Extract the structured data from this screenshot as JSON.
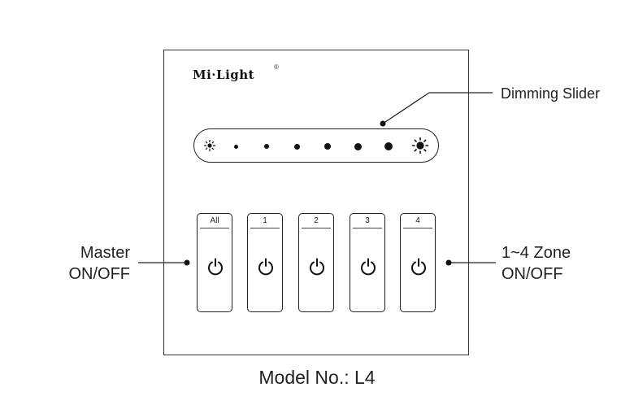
{
  "brand": {
    "name": "Mi·Light",
    "registered": "®"
  },
  "slider": {
    "label": "Dimming Slider",
    "steps": 6
  },
  "buttons": [
    {
      "label": "All"
    },
    {
      "label": "1"
    },
    {
      "label": "2"
    },
    {
      "label": "3"
    },
    {
      "label": "4"
    }
  ],
  "callouts": {
    "master_line1": "Master",
    "master_line2": "ON/OFF",
    "zone_line1": "1~4 Zone",
    "zone_line2": "ON/OFF"
  },
  "model": "Model No.: L4"
}
